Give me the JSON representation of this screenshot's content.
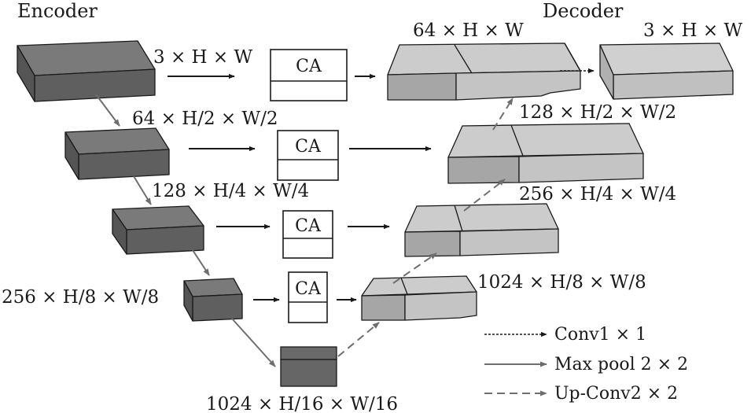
{
  "titles": {
    "encoder": "Encoder",
    "decoder": "Decoder"
  },
  "ca_label": "CA",
  "dims": {
    "enc1": "3 × H × W",
    "enc2": "64 × H/2 × W/2",
    "enc3": "128 × H/4 × W/4",
    "enc4": "256 × H/8 × W/8",
    "bottleneck": "1024 × H/16 × W/16",
    "dec1": "64 × H × W",
    "out": "3 × H × W",
    "dec2": "128 × H/2 × W/2",
    "dec3": "256 × H/4 × W/4",
    "dec4": "1024 × H/8 × W/8"
  },
  "legend": [
    {
      "style": "dotted",
      "label": "Conv1 × 1"
    },
    {
      "style": "solid",
      "label": "Max pool 2 × 2"
    },
    {
      "style": "dashed",
      "label": "Up-Conv2 × 2"
    }
  ],
  "colors": {
    "encoder_block": "#696969",
    "decoder_dark": "#a6a6a6",
    "decoder_light": "#c4c4c4",
    "arrow": "#6e6e6e",
    "line": "#1a1a1a"
  }
}
